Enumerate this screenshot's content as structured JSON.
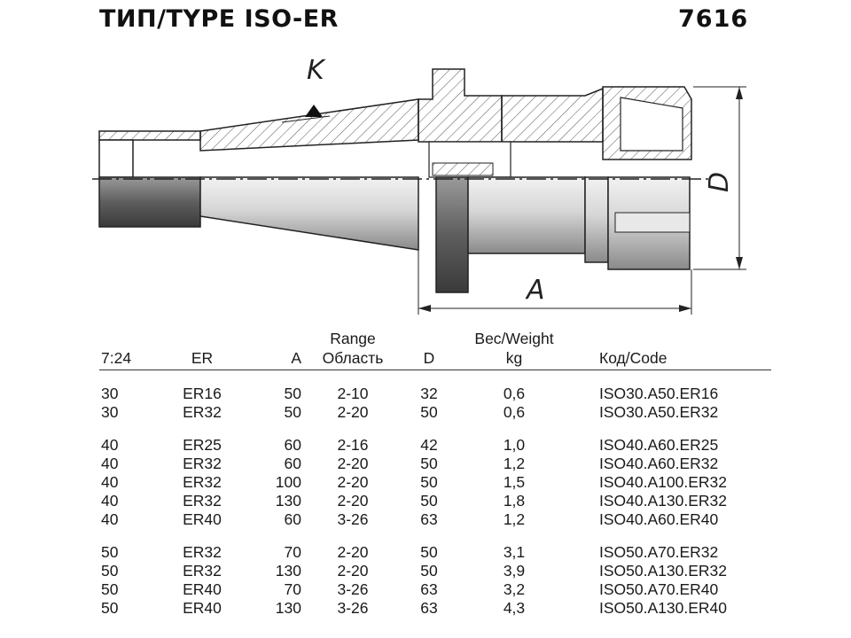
{
  "header": {
    "title": "ТИП/TYPE ISO-ER",
    "code": "7616"
  },
  "drawing": {
    "label_k": "K",
    "label_a": "A",
    "label_d": "D"
  },
  "table": {
    "headers": {
      "taper": "7:24",
      "er": "ER",
      "a": "A",
      "range_en": "Range",
      "range_ru": "Область",
      "d": "D",
      "weight_top": "Вес/Weight",
      "weight_unit": "kg",
      "code": "Код/Code"
    },
    "rows": [
      {
        "taper": "30",
        "er": "ER16",
        "a": "50",
        "range": "2-10",
        "d": "32",
        "weight": "0,6",
        "code": "ISO30.A50.ER16"
      },
      {
        "taper": "30",
        "er": "ER32",
        "a": "50",
        "range": "2-20",
        "d": "50",
        "weight": "0,6",
        "code": "ISO30.A50.ER32"
      },
      {
        "taper": "40",
        "er": "ER25",
        "a": "60",
        "range": "2-16",
        "d": "42",
        "weight": "1,0",
        "code": "ISO40.A60.ER25"
      },
      {
        "taper": "40",
        "er": "ER32",
        "a": "60",
        "range": "2-20",
        "d": "50",
        "weight": "1,2",
        "code": "ISO40.A60.ER32"
      },
      {
        "taper": "40",
        "er": "ER32",
        "a": "100",
        "range": "2-20",
        "d": "50",
        "weight": "1,5",
        "code": "ISO40.A100.ER32"
      },
      {
        "taper": "40",
        "er": "ER32",
        "a": "130",
        "range": "2-20",
        "d": "50",
        "weight": "1,8",
        "code": "ISO40.A130.ER32"
      },
      {
        "taper": "40",
        "er": "ER40",
        "a": "60",
        "range": "3-26",
        "d": "63",
        "weight": "1,2",
        "code": "ISO40.A60.ER40"
      },
      {
        "taper": "50",
        "er": "ER32",
        "a": "70",
        "range": "2-20",
        "d": "50",
        "weight": "3,1",
        "code": "ISO50.A70.ER32"
      },
      {
        "taper": "50",
        "er": "ER32",
        "a": "130",
        "range": "2-20",
        "d": "50",
        "weight": "3,9",
        "code": "ISO50.A130.ER32"
      },
      {
        "taper": "50",
        "er": "ER40",
        "a": "70",
        "range": "3-26",
        "d": "63",
        "weight": "3,2",
        "code": "ISO50.A70.ER40"
      },
      {
        "taper": "50",
        "er": "ER40",
        "a": "130",
        "range": "3-26",
        "d": "63",
        "weight": "4,3",
        "code": "ISO50.A130.ER40"
      }
    ]
  }
}
